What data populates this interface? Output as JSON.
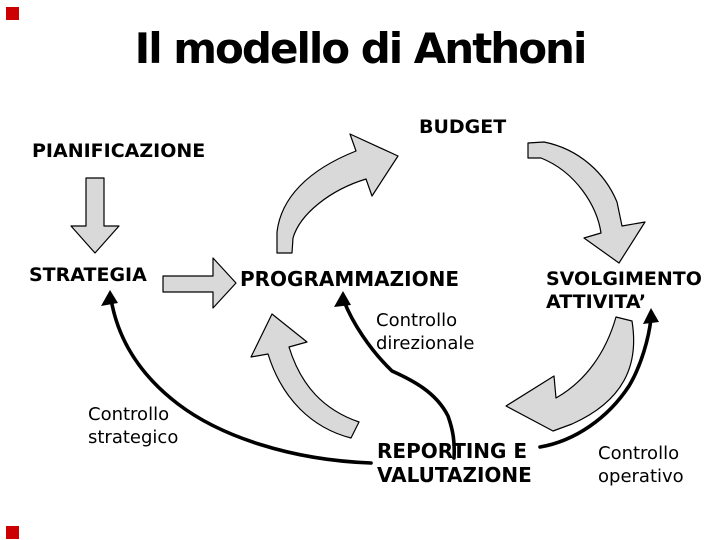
{
  "slide": {
    "title": "Il modello di Anthoni",
    "accent_color": "#cc0000",
    "arrow_fill": "#d9d9d9",
    "line_color": "#000000",
    "text_color": "#000000",
    "background": "#ffffff"
  },
  "diagram": {
    "phases": {
      "pianificazione": {
        "label": "PIANIFICAZIONE"
      },
      "budget": {
        "label": "BUDGET"
      },
      "strategia": {
        "label": "STRATEGIA"
      },
      "programmazione": {
        "label": "PROGRAMMAZIONE"
      },
      "svolgimento": {
        "line1": "SVOLGIMENTO",
        "line2": "ATTIVITA’"
      },
      "reporting": {
        "line1": "REPORTING E",
        "line2": "VALUTAZIONE"
      }
    },
    "controls": {
      "strategico": {
        "line1": "Controllo",
        "line2": "strategico"
      },
      "direzionale": {
        "line1": "Controllo",
        "line2": "direzionale"
      },
      "operativo": {
        "line1": "Controllo",
        "line2": "operativo"
      }
    }
  }
}
